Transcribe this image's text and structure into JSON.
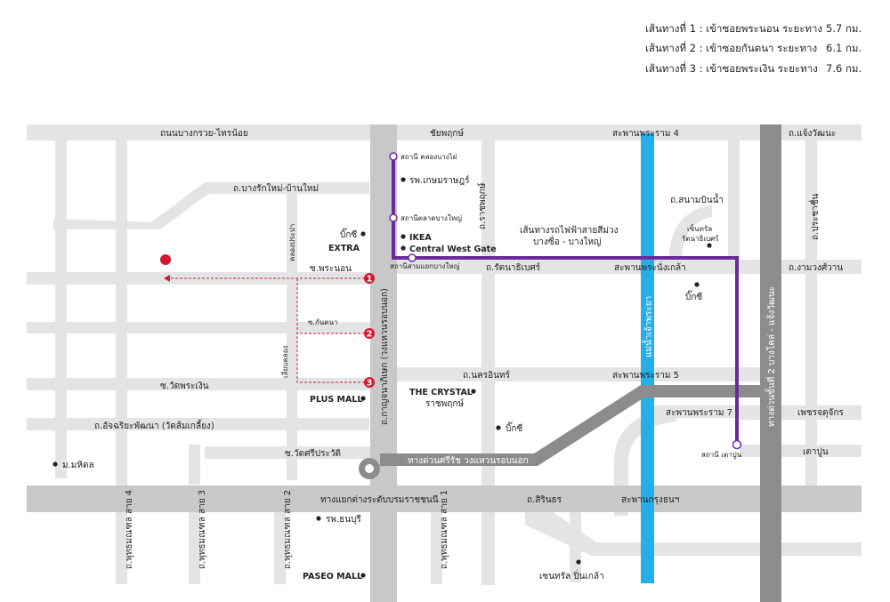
{
  "legend": [
    {
      "text": "เส้นทางที่ 1 : เข้าซอยพระนอน ระยะทาง",
      "distance": "5.7 กม."
    },
    {
      "text": "เส้นทางที่ 2 : เข้าซอยกันตนา ระยะทาง",
      "distance": "6.1 กม."
    },
    {
      "text": "เส้นทางที่ 3 : เข้าซอยพระเงิน ระยะทาง",
      "distance": "7.6 กม."
    }
  ],
  "roads": {
    "bangkruai_sainoi": "ถนนบางกรวย-ไทรน้อย",
    "chaiyaphruek": "ชัยพฤกษ์",
    "rama4_bridge": "สะพานพระราม 4",
    "chaengwattana": "ถ.แจ้งวัฒนะ",
    "bangrak_banmai": "ถ.บางรักใหม่-บ้านใหม่",
    "ratchaphruek": "ถ.ราชพฤกษ์",
    "sanambinnam": "ถ.สนามบินน้ำ",
    "pracharat": "ถ.ประชาชื่น",
    "khlong_prapa": "คลองประปา",
    "soi_phranon": "ซ.พระนอน",
    "rattanathibet": "ถ.รัตนาธิเบศร์",
    "phra_nangklao": "สะพานพระนั่งเกล้า",
    "ngamwongwan": "ถ.งามวงศ์วาน",
    "kanchanaphisek": "ถ.กาญจนาภิเษก (วงแหวนรอบนอก)",
    "soi_kantana": "ซ.กันตนา",
    "chao_phraya": "แม่น้ำเจ้าพระยา",
    "expressway2": "ทางด่วนขั้นที่ 2 บางโคล่ - แจ้งวัฒนะ",
    "liap_khlong": "เลียบคลอง",
    "nakhon_in": "ถ.นครอินทร์",
    "rama5_bridge": "สะพานพระราม 5",
    "soi_phra_ngoen": "ซ.วัดพระเงิน",
    "atchariya": "ถ.อัจฉริยะพัฒนา (วัดส้มเกลี้ยง)",
    "rama7_bridge": "สะพานพระราม 7",
    "tetchatuchak": "เพชรจตุจักร",
    "soi_wat_siprawat": "ซ.วัดศรีประวัติ",
    "si_rat_outer": "ทางด่วนศรีรัช วงแหวนรอบนอก",
    "taopoon": "เตาปูน",
    "borommaratchachonnani": "ทางแยกต่างระดับบรมราชชนนี",
    "sirindhorn": "ถ.สิรินธร",
    "krungthon_bridge": "สะพานกรุงธนฯ",
    "phutthamonthon4": "ถ.พุทธมณฑล สาย 4",
    "phutthamonthon3": "ถ.พุทธมณฑล สาย 3",
    "phutthamonthon2": "ถ.พุทธมณฑล สาย 2",
    "phutthamonthon1": "ถ.พุทธมณฑล สาย 1"
  },
  "stations": {
    "khlong_bang_phai": "สถานี คลองบางไผ่",
    "talat_bang_yai": "สถานีตลาดบางใหญ่",
    "yaek_bang_yai": "สถานีสามแยกบางใหญ่",
    "taopoon": "สถานี เตาปูน"
  },
  "purple_line": {
    "line1": "เส้นทางรถไฟฟ้าสายสีม่วง",
    "line2": "บางซื่อ - บางใหญ่"
  },
  "places": {
    "kasemrad": "รพ.เกษมราษฎร์",
    "ikea": "IKEA",
    "central_west_gate": "Central West Gate",
    "bigc_extra_1": "บิ๊กซี",
    "bigc_extra_2": "EXTRA",
    "central_rattana_1": "เซ็นทรัล",
    "central_rattana_2": "รัตนาธิเบศร์",
    "bigc_right": "บิ๊กซี",
    "plus_mall": "PLUS MALL",
    "the_crystal": "THE CRYSTAL",
    "ratchaphruek_text": "ราชพฤกษ์",
    "bigc_bottom": "บิ๊กซี",
    "mahidol": "ม.มหิดล",
    "thonburi_hospital": "รพ.ธนบุรี",
    "paseo_mall": "PASEO MALL",
    "central_pinklao": "เซนทรัล ปิ่นเกล้า"
  },
  "route_markers": [
    "1",
    "2",
    "3"
  ],
  "colors": {
    "road": "#e3e4e6",
    "main_road": "#c8c8ca",
    "expressway": "#8c8c8e",
    "river": "#26aee8",
    "purple_line": "#6a2a9e",
    "route": "#d3172e"
  }
}
